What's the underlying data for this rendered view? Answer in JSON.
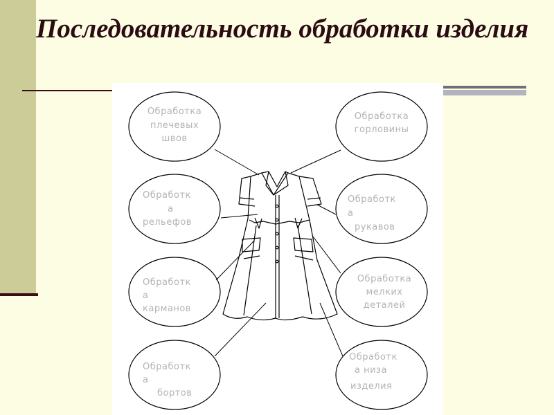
{
  "slide": {
    "title": "Последовательность обработки изделия"
  },
  "diagram": {
    "nodes": [
      {
        "id": "shoulder",
        "lines": [
          "Обработка",
          "плечевых",
          "швов"
        ]
      },
      {
        "id": "neck",
        "lines": [
          "Обработка",
          "горловины"
        ]
      },
      {
        "id": "reliefs",
        "lines": [
          "Обработк",
          "а",
          "рельефов"
        ]
      },
      {
        "id": "sleeves",
        "lines": [
          "Обработк",
          "а",
          "рукавов"
        ]
      },
      {
        "id": "pockets",
        "lines": [
          "Обработк",
          "а",
          "карманов"
        ]
      },
      {
        "id": "small",
        "lines": [
          "Обработка",
          "мелких",
          "деталей"
        ]
      },
      {
        "id": "plackets",
        "lines": [
          "Обработк",
          "а",
          "бортов"
        ]
      },
      {
        "id": "hem",
        "lines": [
          "Обработк",
          "а низа",
          "изделия"
        ]
      }
    ]
  },
  "colors": {
    "background": "#fdfde3",
    "sidebar": "#cccc99",
    "title": "#2a0c12",
    "label": "#b3b3b3"
  }
}
